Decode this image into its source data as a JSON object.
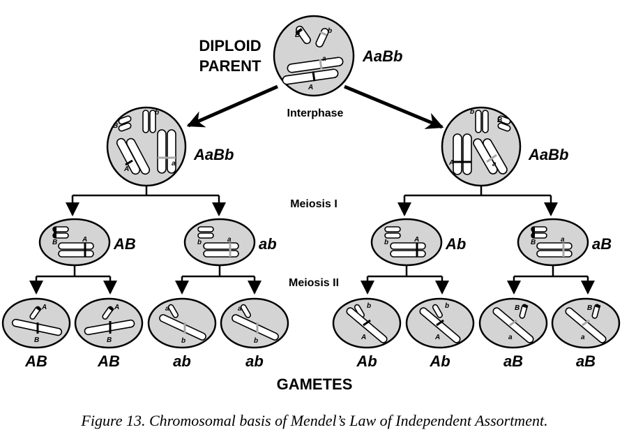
{
  "labels": {
    "diploid_parent_line1": "DIPLOID",
    "diploid_parent_line2": "PARENT",
    "parent_genotype": "AaBb",
    "interphase": "Interphase",
    "left_interphase_genotype": "AaBb",
    "right_interphase_genotype": "AaBb",
    "meiosis1": "Meiosis I",
    "meiosis2": "Meiosis II",
    "gametes": "GAMETES"
  },
  "meiosis1_products": [
    "AB",
    "ab",
    "Ab",
    "aB"
  ],
  "gametes": [
    "AB",
    "AB",
    "ab",
    "ab",
    "Ab",
    "Ab",
    "aB",
    "aB"
  ],
  "allele_markers": {
    "A": "A",
    "a": "a",
    "B": "B",
    "b": "b"
  },
  "colors": {
    "cell_fill": "#d4d4d4",
    "outline": "#000000",
    "dominant_band": "#000000",
    "recessive_band": "#a8a8a8"
  },
  "caption": "Figure 13. Chromosomal basis of Mendel’s Law of Independent Assortment."
}
